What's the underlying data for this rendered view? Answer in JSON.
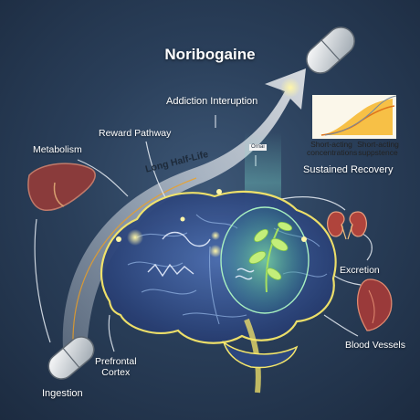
{
  "title": "Noribogaine",
  "labels": {
    "addiction_interruption": "Addiction Interuption",
    "reward_pathway": "Reward Pathway",
    "metabolism": "Metabolism",
    "long_half_life": "Long Half-Life",
    "sustained_recovery": "Sustained Recovery",
    "excretion": "Excretion",
    "blood_vessels": "Blood Vessels",
    "prefrontal_cortex_line1": "Prefrontal",
    "prefrontal_cortex_line2": "Cortex",
    "ingestion": "Ingestion",
    "small_tag": "Ornai"
  },
  "inset": {
    "caption_left_line1": "Short-acting",
    "caption_left_line2": "concentrations",
    "caption_right_line1": "Short-acting",
    "caption_right_line2": "suppstence"
  },
  "colors": {
    "background": "#2a3f5a",
    "brain": "#34508c",
    "glow": "#f5e66a",
    "arrow": "#e6ecf2",
    "liver": "#8a3b3b",
    "accent_orange": "#f0a020"
  },
  "icons": [
    "capsule-icon",
    "liver-icon",
    "kidney-icon",
    "heart-icon",
    "brain-illustration",
    "sparkle-icon"
  ]
}
